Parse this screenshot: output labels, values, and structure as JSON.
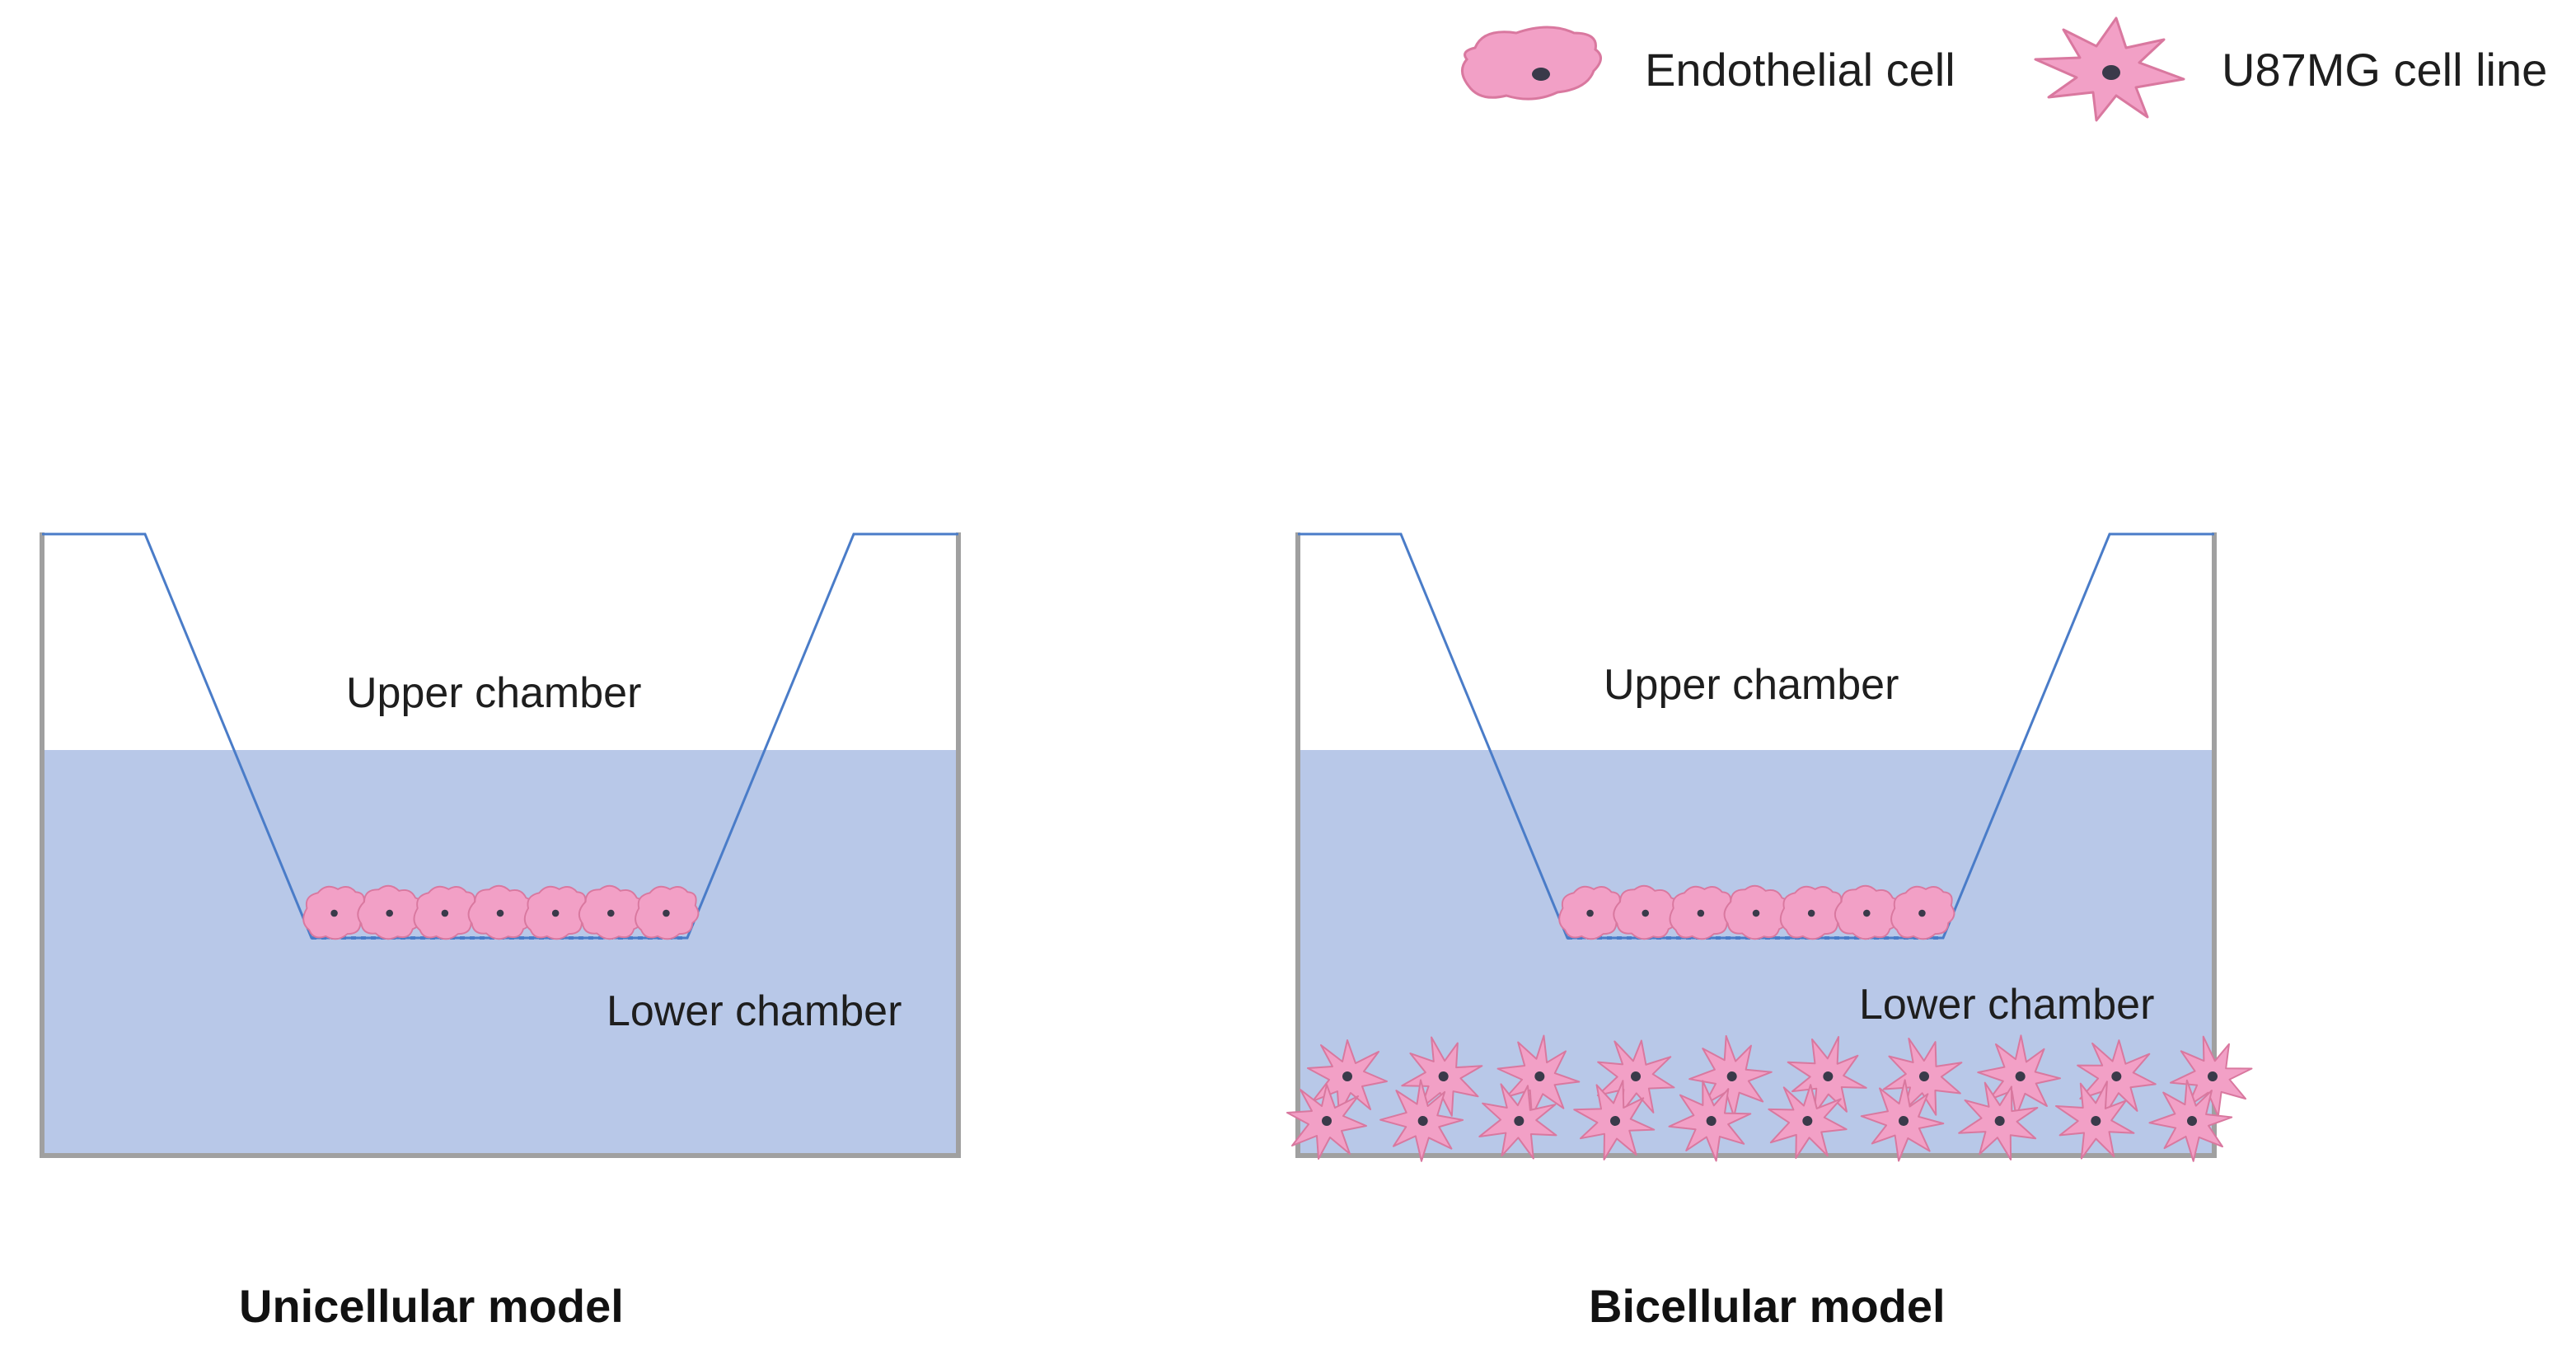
{
  "legend": {
    "endothelial_label": "Endothelial cell",
    "u87_label": "U87MG cell line"
  },
  "unicellular": {
    "upper_label": "Upper chamber",
    "lower_label": "Lower chamber",
    "title": "Unicellular model"
  },
  "bicellular": {
    "upper_label": "Upper chamber",
    "lower_label": "Lower chamber",
    "title": "Bicellular model"
  },
  "colors": {
    "medium": "#b8c8e8",
    "cell": "#f2a0c6",
    "cell_outline": "#d9789f",
    "insert_line": "#4a7cc8",
    "well_border": "#a0a0a0",
    "nucleus": "#3a3a4a"
  }
}
